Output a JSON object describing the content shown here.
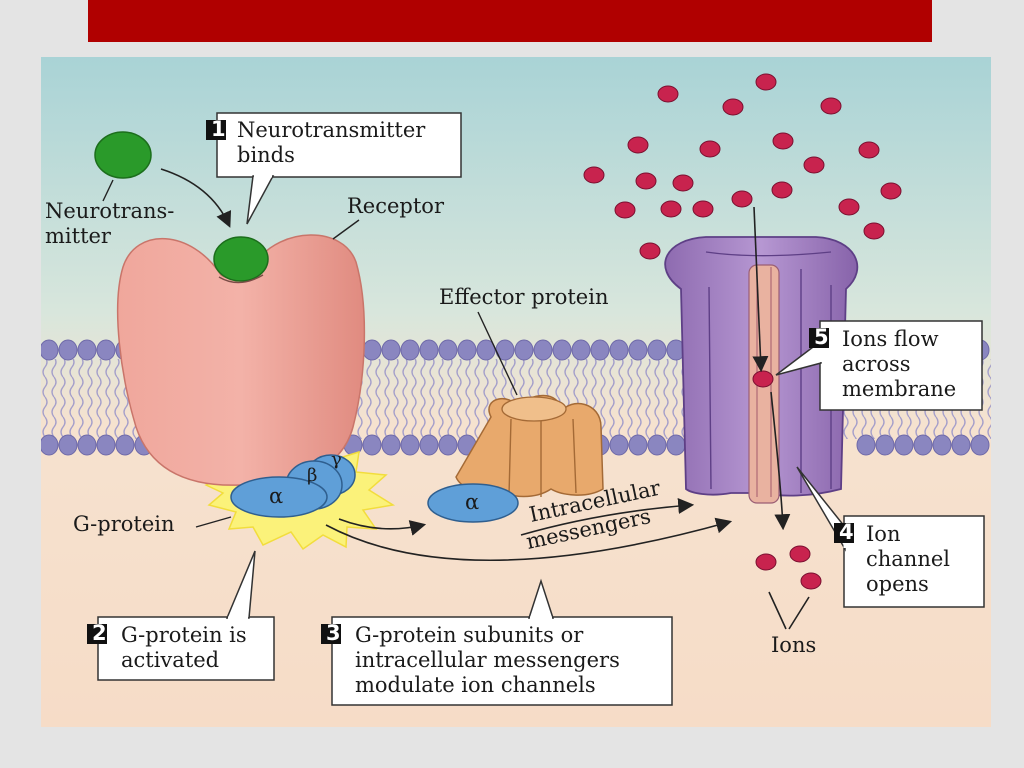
{
  "colors": {
    "title_bar": "#b00000",
    "receptor": "#e8978d",
    "neurotransmitter": "#2a9a2a",
    "g_protein": "#5f9fd8",
    "effector": "#e8a96c",
    "ion_channel": "#a17ec0",
    "ion": "#c8234e",
    "membrane_heads": "#8a86c0"
  },
  "labels": {
    "neurotransmitter_line1": "Neurotrans-",
    "neurotransmitter_line2": "mitter",
    "receptor": "Receptor",
    "effector_protein": "Effector protein",
    "g_protein": "G-protein",
    "alpha": "α",
    "beta": "β",
    "gamma": "γ",
    "alpha_free": "α",
    "intracellular_line1": "Intracellular",
    "intracellular_line2": "messengers",
    "ions": "Ions"
  },
  "steps": [
    {
      "number": "1",
      "line1": "Neurotransmitter",
      "line2": "binds"
    },
    {
      "number": "2",
      "line1": "G-protein is",
      "line2": "activated"
    },
    {
      "number": "3",
      "line1": "G-protein subunits or",
      "line2": "intracellular messengers",
      "line3": "modulate ion channels"
    },
    {
      "number": "4",
      "line1": "Ion",
      "line2": "channel",
      "line3": "opens"
    },
    {
      "number": "5",
      "line1": "Ions flow",
      "line2": "across",
      "line3": "membrane"
    }
  ]
}
